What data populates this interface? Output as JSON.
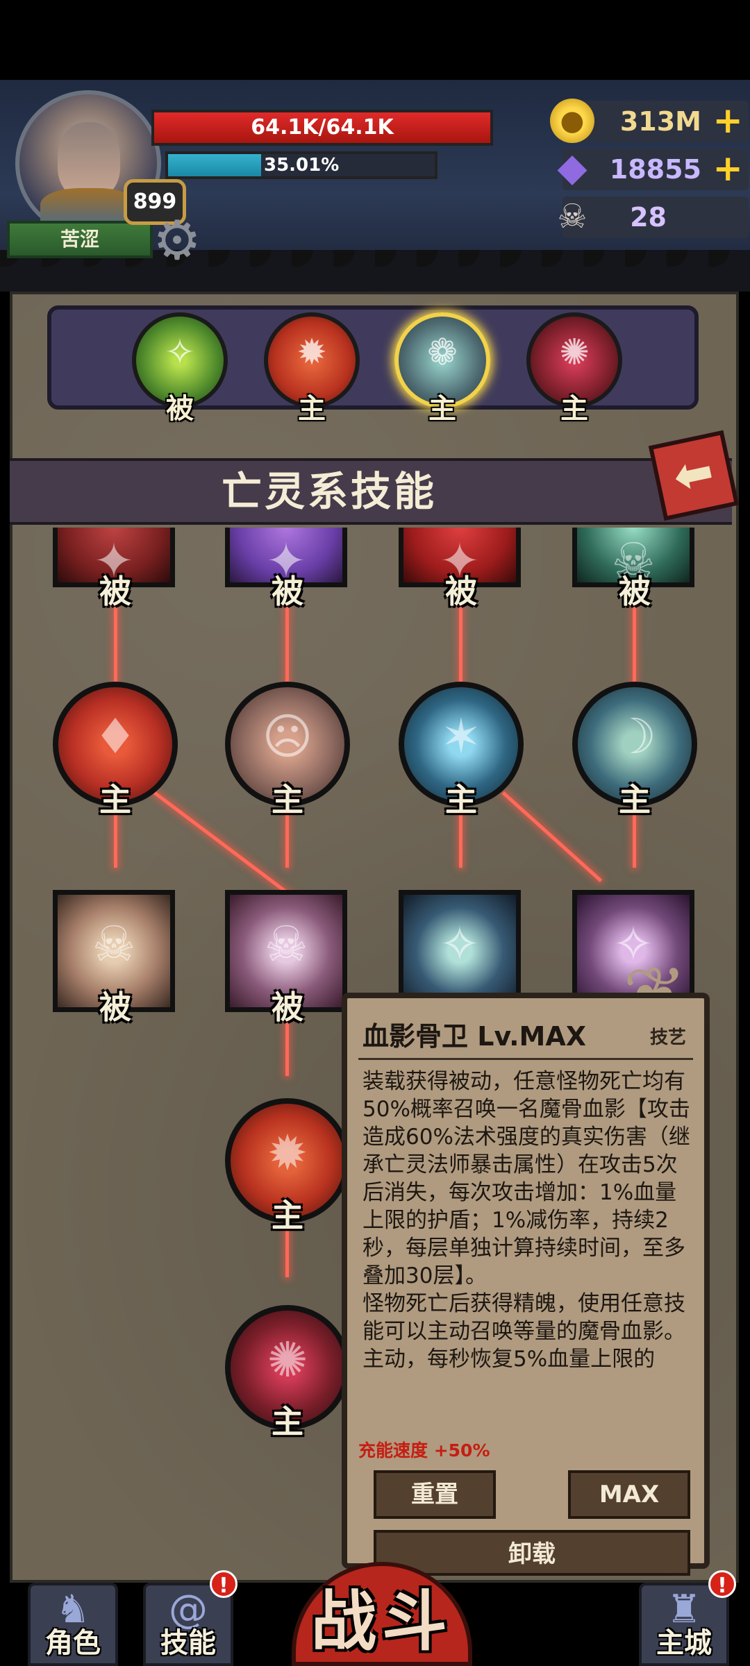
{
  "player": {
    "name": "苦涩",
    "level": "899",
    "hp_text": "64.1K/64.1K",
    "hp_fraction": 1.0,
    "exp_text": "35.01%",
    "exp_fraction": 0.3501
  },
  "resources": {
    "gold": "313M",
    "gems": "18855",
    "tokens": "28",
    "plus_symbol": "+"
  },
  "category_tabs": [
    {
      "label": "被",
      "color": "#4f8a2c",
      "selected": false
    },
    {
      "label": "主",
      "color": "#b8321f",
      "selected": false
    },
    {
      "label": "主",
      "color": "#4f6c73",
      "selected": true
    },
    {
      "label": "主",
      "color": "#7b1f2a",
      "selected": false
    }
  ],
  "section_title": "亡灵系技能",
  "tree": {
    "row1": [
      {
        "label": "被",
        "color": "#7a2020"
      },
      {
        "label": "被",
        "color": "#6a3fa8"
      },
      {
        "label": "被",
        "color": "#9e1c1c"
      },
      {
        "label": "被",
        "color": "#2f6a58"
      }
    ],
    "row2": [
      {
        "label": "主",
        "color": "#b82f24"
      },
      {
        "label": "主",
        "color": "#8e6a60"
      },
      {
        "label": "主",
        "color": "#2f6784"
      },
      {
        "label": "主",
        "color": "#3e6c7c"
      }
    ],
    "row3": [
      {
        "label": "被",
        "color": "#a77f6a"
      },
      {
        "label": "被",
        "color": "#8a5b7a"
      },
      {
        "label": "",
        "color": "#375a74"
      },
      {
        "label": "",
        "color": "#734a7a"
      }
    ],
    "row4": [
      {
        "label": "主",
        "color": "#b8321f"
      }
    ],
    "row5": [
      {
        "label": "主",
        "color": "#7b1f2a"
      }
    ]
  },
  "tooltip": {
    "title": "血影骨卫 Lv.MAX",
    "tag": "技艺",
    "description": "装载获得被动，任意怪物死亡均有50%概率召唤一名魔骨血影【攻击造成60%法术强度的真实伤害（继承亡灵法师暴击属性）在攻击5次后消失，每次攻击增加：1%血量上限的护盾；1%减伤率，持续2秒，每层单独计算持续时间，至多叠加30层】。\n怪物死亡后获得精魄，使用任意技能可以主动召唤等量的魔骨血影。\n主动，每秒恢复5%血量上限的",
    "charge_speed": "充能速度 +50%",
    "reset_label": "重置",
    "max_label": "MAX",
    "unload_label": "卸载"
  },
  "bottom_nav": {
    "character": "角色",
    "skills": "技能",
    "battle": "战斗",
    "city": "主城",
    "alert_mark": "!"
  }
}
